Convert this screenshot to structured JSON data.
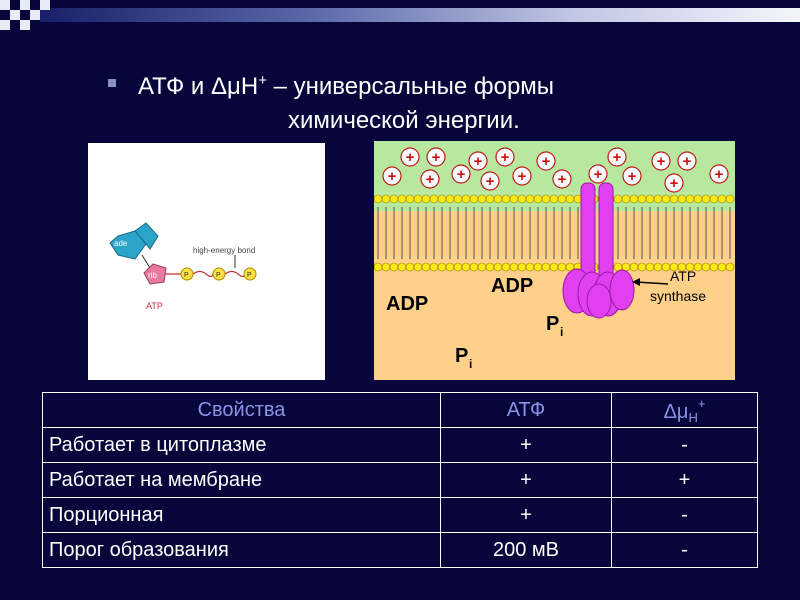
{
  "title": {
    "line1_a": "АТФ и ΔμН",
    "line1_sup": "+",
    "line1_b": " – универсальные формы",
    "line2": "химической энергии."
  },
  "atp_diagram": {
    "base": "ade",
    "sugar": "rib",
    "phosphate": "P",
    "bond_label": "high-energy bond",
    "molecule": "ATP"
  },
  "membrane_diagram": {
    "plus_sign": "+",
    "adp_left": "ADP",
    "adp_right": "ADP",
    "pi": "P",
    "pi_sub": "i",
    "atp_synthase_1": "ATP",
    "atp_synthase_2": "synthase"
  },
  "table": {
    "headers": [
      "Свойства",
      "АТФ",
      "Δμ",
      "H",
      "+"
    ],
    "rows": [
      [
        "Работает в цитоплазме",
        "+",
        "-"
      ],
      [
        "Работает на мембране",
        "+",
        "+"
      ],
      [
        "Порционная",
        "+",
        "-"
      ],
      [
        "Порог образования",
        "200 мВ",
        "-"
      ]
    ]
  },
  "colors": {
    "background": "#06063a",
    "header_text": "#8b93e6",
    "membrane_pink": "#e040f0",
    "membrane_bg": "#ffd08a"
  }
}
